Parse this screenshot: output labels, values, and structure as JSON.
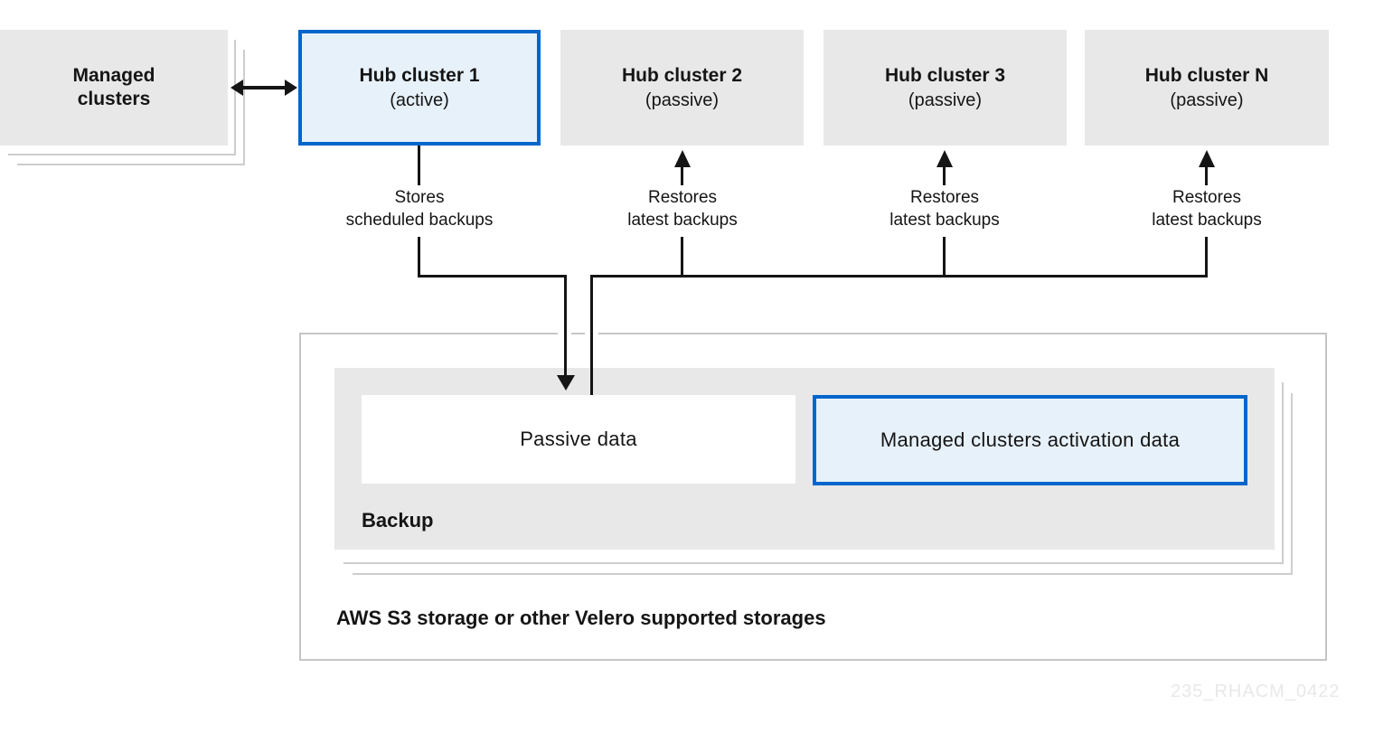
{
  "managed_clusters": {
    "line1": "Managed",
    "line2": "clusters"
  },
  "hubs": [
    {
      "name": "Hub cluster 1",
      "state": "(active)",
      "flow": {
        "line1": "Stores",
        "line2": "scheduled backups"
      }
    },
    {
      "name": "Hub cluster 2",
      "state": "(passive)",
      "flow": {
        "line1": "Restores",
        "line2": "latest backups"
      }
    },
    {
      "name": "Hub cluster 3",
      "state": "(passive)",
      "flow": {
        "line1": "Restores",
        "line2": "latest backups"
      }
    },
    {
      "name": "Hub cluster N",
      "state": "(passive)",
      "flow": {
        "line1": "Restores",
        "line2": "latest backups"
      }
    }
  ],
  "storage": {
    "backup_label": "Backup",
    "passive_data": "Passive data",
    "activation_data": "Managed clusters activation data",
    "caption": "AWS S3 storage or other Velero supported storages"
  },
  "watermark": "235_RHACM_0422",
  "colors": {
    "accent_blue": "#0066cc",
    "accent_blue_fill": "#e7f1fa",
    "box_gray": "#e8e8e8",
    "line_black": "#151515",
    "border_gray": "#c4c6c4",
    "shadow_gray": "#cdcdcd",
    "watermark_gray": "#e8e8ea"
  }
}
